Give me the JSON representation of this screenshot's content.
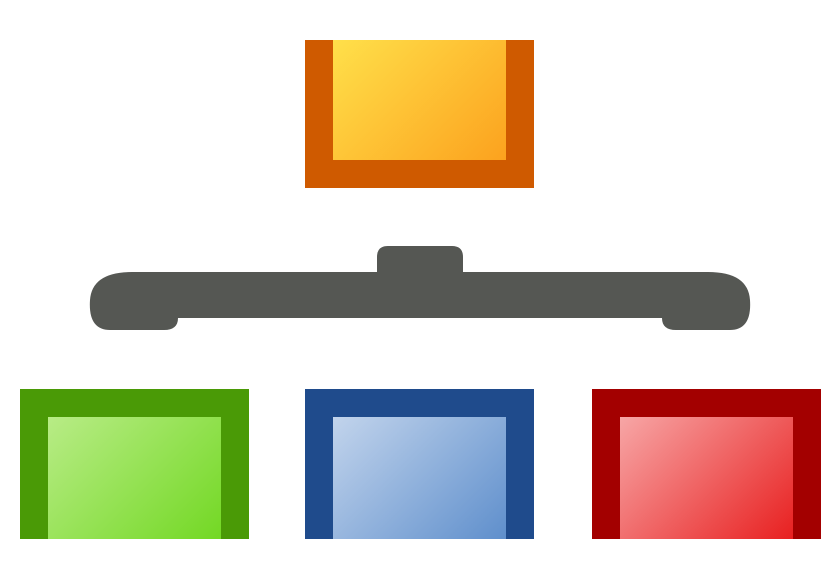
{
  "diagram": {
    "type": "hierarchy",
    "nodes": [
      {
        "id": "top",
        "fill_light": "#ffe04a",
        "fill_dark": "#fca21e",
        "border": "#cf5a00"
      },
      {
        "id": "left",
        "fill_light": "#b8ec86",
        "fill_dark": "#73d824",
        "border": "#4a9a06"
      },
      {
        "id": "center",
        "fill_light": "#c2d4ec",
        "fill_dark": "#5f8fcc",
        "border": "#1f4b8c"
      },
      {
        "id": "right",
        "fill_light": "#f7a6a6",
        "fill_dark": "#e82020",
        "border": "#a30000"
      }
    ],
    "connector_color": "#555753"
  }
}
